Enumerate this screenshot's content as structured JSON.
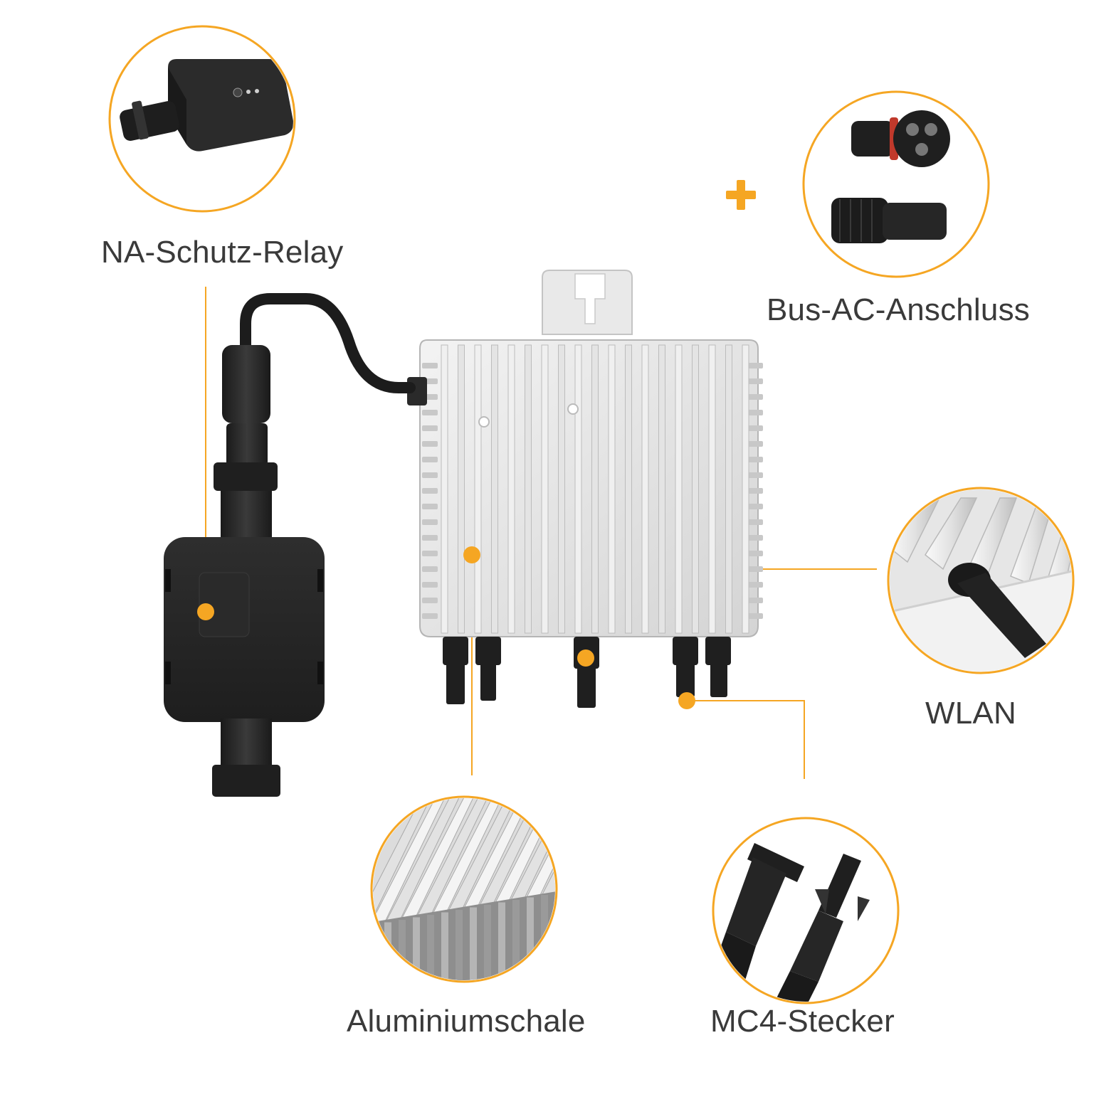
{
  "accent_color": "#f5a623",
  "labels": {
    "relay": "NA-Schutz-Relay",
    "bus_ac": "Bus-AC-Anschluss",
    "wlan": "WLAN",
    "aluminium": "Aluminiumschale",
    "mc4": "MC4-Stecker"
  },
  "icons": [
    "plus-icon"
  ]
}
